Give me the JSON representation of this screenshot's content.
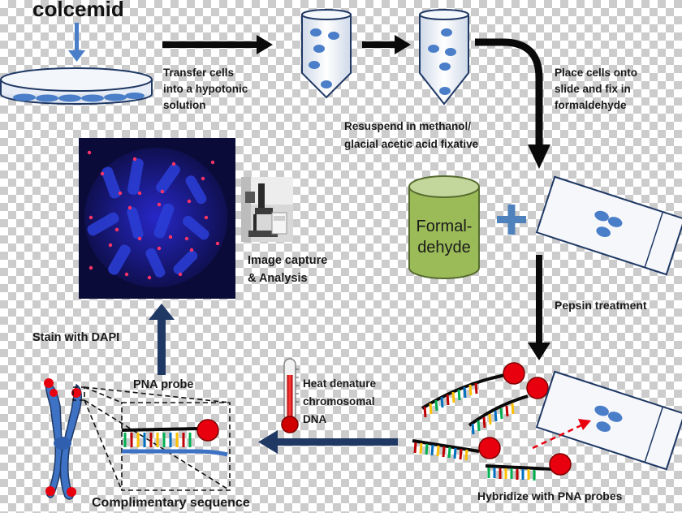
{
  "labels": {
    "colcemid": "colcemid",
    "transfer_line1": "Transfer cells",
    "transfer_line2": "into a hypotonic",
    "transfer_line3": "solution",
    "resuspend_line1": "Resuspend in methanol/",
    "resuspend_line2": "glacial acetic acid fixative",
    "place_line1": "Place cells onto",
    "place_line2": "slide and fix in",
    "place_line3": "formaldehyde",
    "formal_line1": "Formal-",
    "formal_line2": "dehyde",
    "pepsin": "Pepsin treatment",
    "hybridize": "Hybridize with PNA probes",
    "heat_line1": "Heat denature",
    "heat_line2": "chromosomal",
    "heat_line3": "DNA",
    "pna_probe": "PNA probe",
    "stain": "Stain with DAPI",
    "image_line1": "Image capture",
    "image_line2": "& Analysis",
    "complimentary": "Complimentary sequence"
  },
  "colors": {
    "arrow_dark": "#0a0a0a",
    "arrow_blue": "#1f3864",
    "cell_blue": "#4a7ec8",
    "dish_fill": "#e7edf6",
    "cylinder_green": "#9bbb59",
    "plus_blue": "#4f81bd",
    "probe_red": "#e8000f",
    "chromosome_blue": "#3e72c4",
    "microscopy_bg": "#0b0b3a"
  },
  "icons": {
    "dish": "petri-dish-icon",
    "tube": "centrifuge-tube-icon",
    "slide": "glass-slide-icon",
    "cylinder": "formaldehyde-cylinder-icon",
    "thermometer": "thermometer-icon",
    "microscope": "microscope-photo-icon",
    "chromosome": "chromosome-icon"
  }
}
